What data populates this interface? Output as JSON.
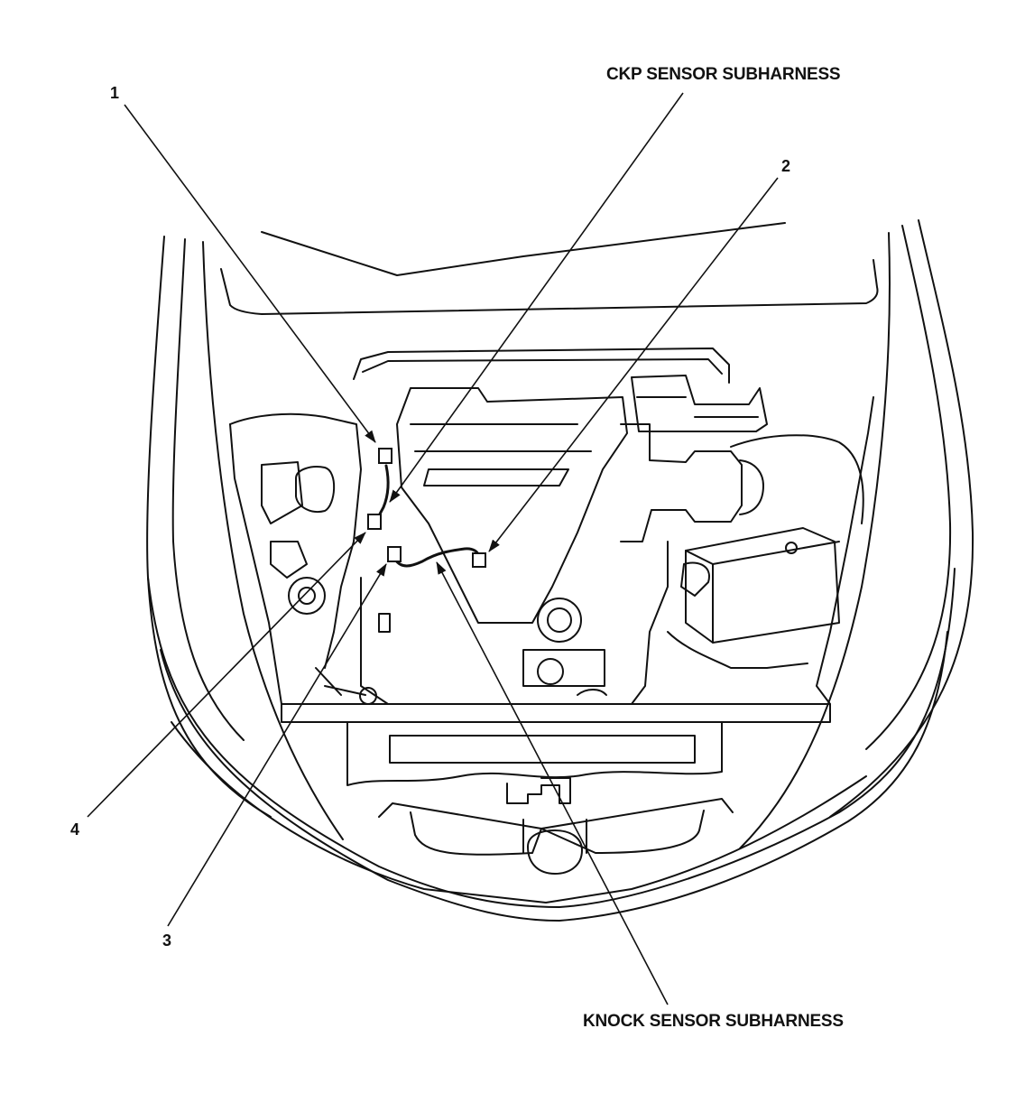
{
  "labels": {
    "ckp": "CKP SENSOR SUBHARNESS",
    "knock": "KNOCK SENSOR SUBHARNESS",
    "n1": "1",
    "n2": "2",
    "n3": "3",
    "n4": "4"
  },
  "colors": {
    "ink": "#111111",
    "background": "#ffffff"
  }
}
